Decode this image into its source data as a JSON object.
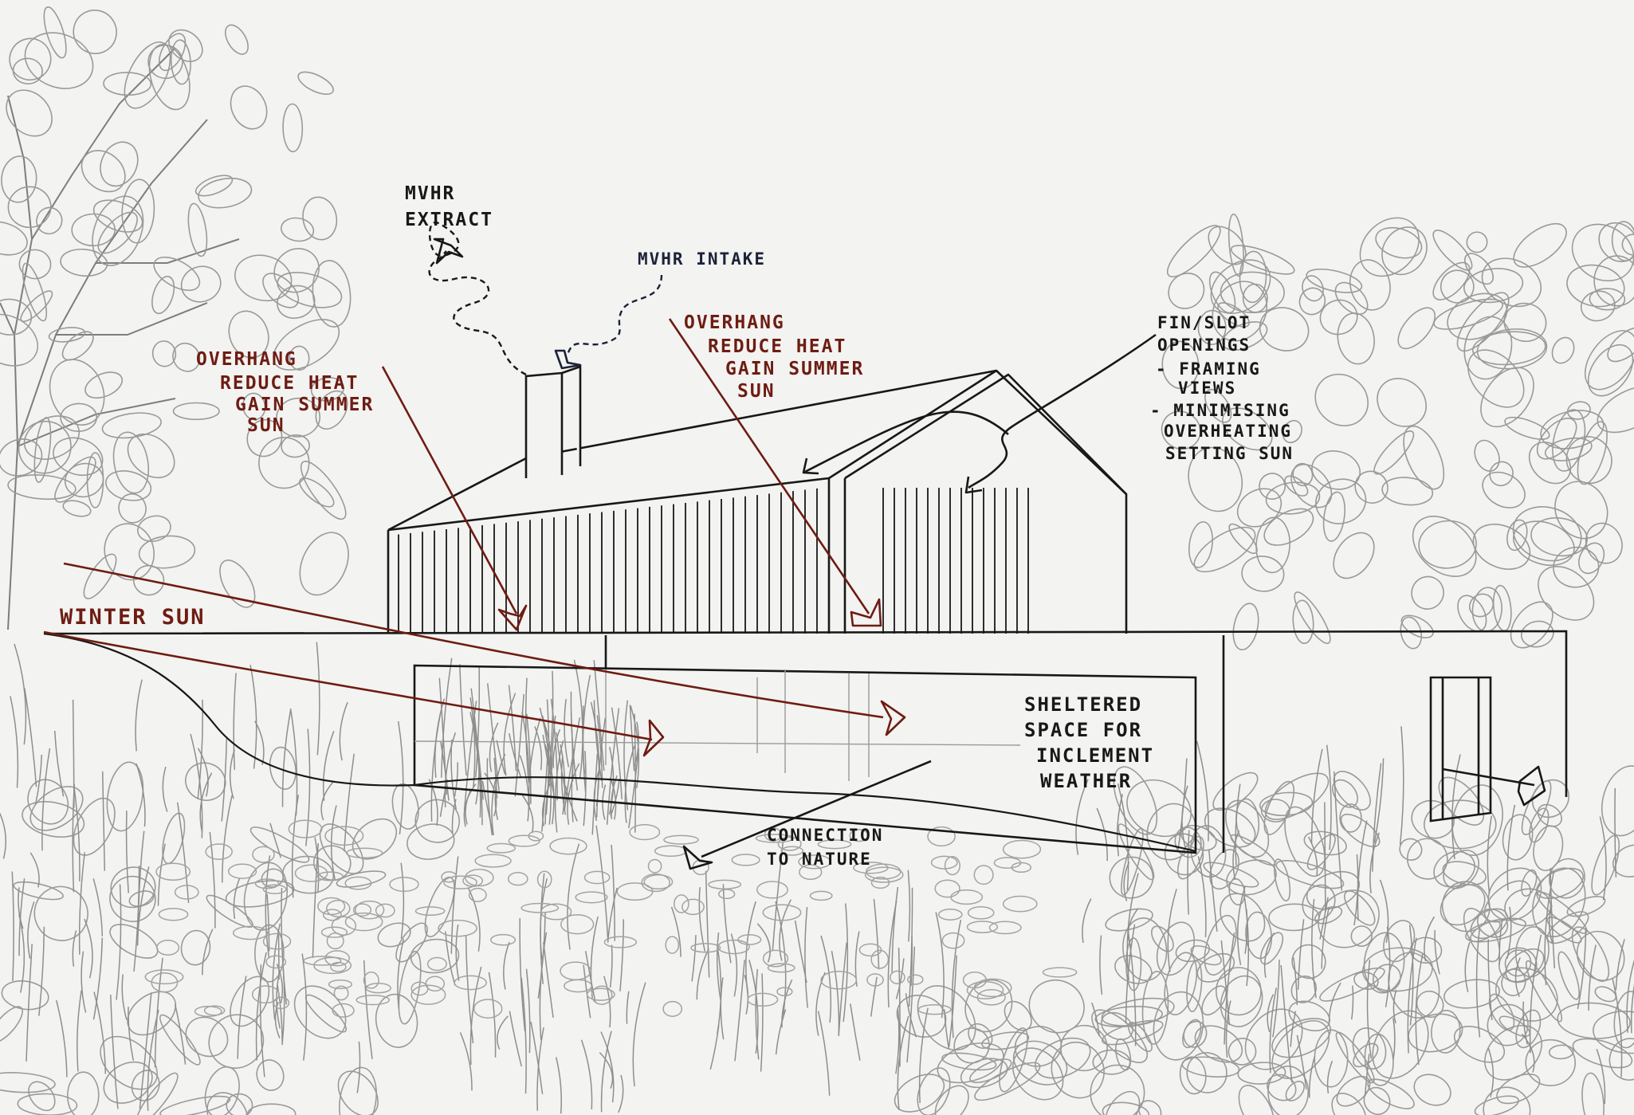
{
  "labels": {
    "mvhr_extract": [
      "MVHR",
      "EXTRACT"
    ],
    "mvhr_intake": "MVHR INTAKE",
    "overhang_left": [
      "OVERHANG",
      "REDUCE HEAT",
      "GAIN SUMMER",
      "SUN"
    ],
    "overhang_right": [
      "OVERHANG",
      "REDUCE HEAT",
      "GAIN SUMMER",
      "SUN"
    ],
    "fin_slot": [
      "FIN/SLOT",
      "OPENINGS",
      "- FRAMING",
      "VIEWS",
      "- MINIMISING",
      "OVERHEATING",
      "SETTING SUN"
    ],
    "winter_sun": "WINTER SUN",
    "sheltered": [
      "SHELTERED",
      "SPACE FOR",
      "INCLEMENT",
      "WEATHER"
    ],
    "connection": [
      "CONNECTION",
      "TO NATURE"
    ]
  },
  "colors": {
    "ink": "#181818",
    "annotation_red": "#6e1c12",
    "annotation_navy": "#1b2238",
    "paper": "#f3f3f1",
    "pencil": "#8a8a8a"
  }
}
